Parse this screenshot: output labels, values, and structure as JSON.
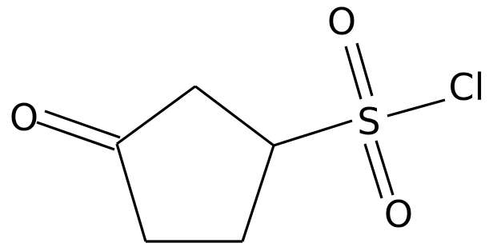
{
  "atoms": {
    "ketone_oxygen": "O",
    "sulfur": "S",
    "sulfonyl_oxygen_top": "O",
    "sulfonyl_oxygen_bottom": "O",
    "chlorine": "Cl"
  },
  "colors": {
    "bond": "#000000",
    "label": "#000000",
    "background": "#ffffff"
  }
}
